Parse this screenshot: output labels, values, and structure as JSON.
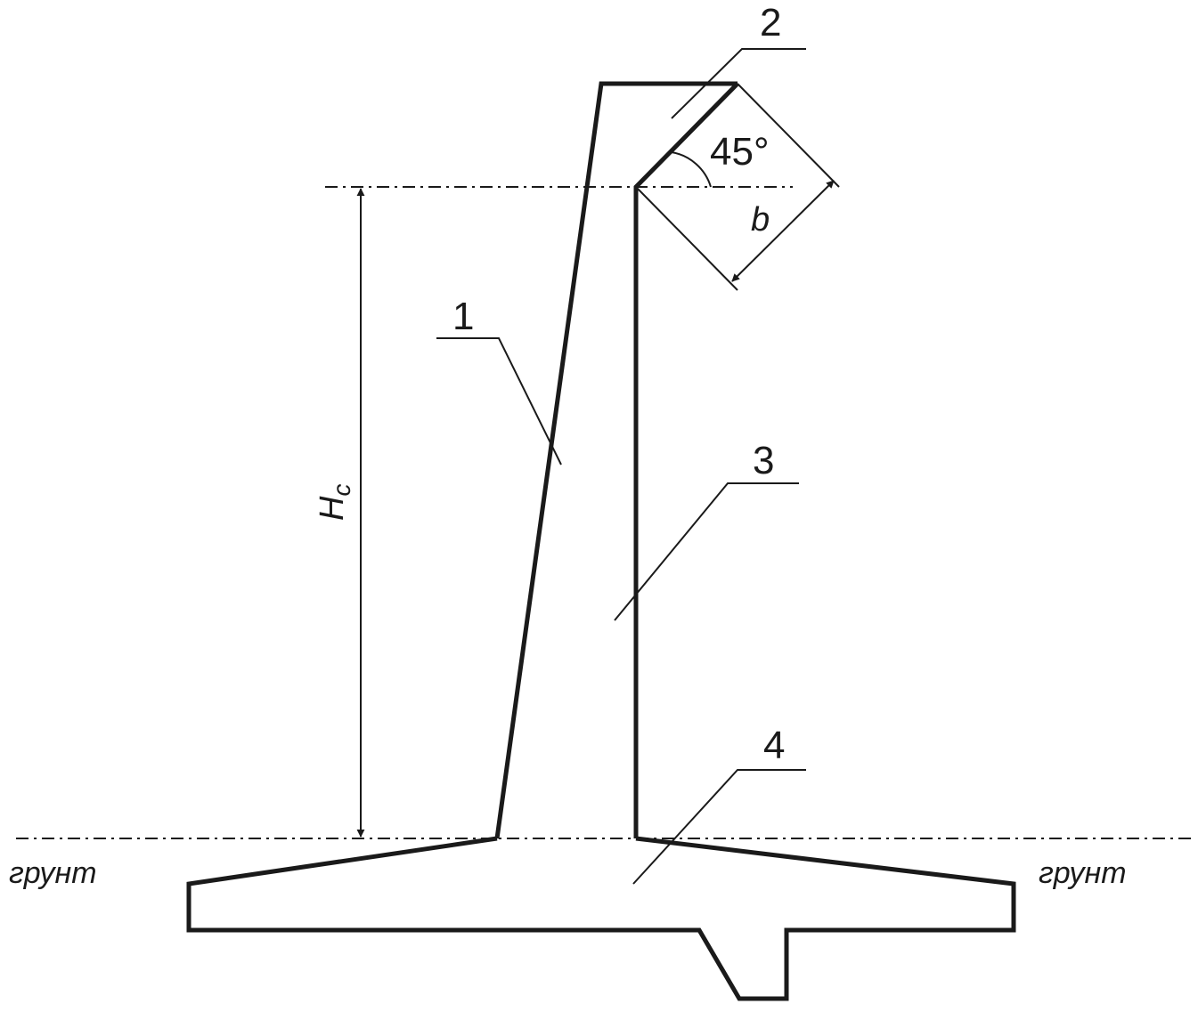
{
  "labels": {
    "item_1": "1",
    "item_2": "2",
    "item_3": "3",
    "item_4": "4",
    "angle": "45°",
    "width_symbol": "b",
    "height_symbol_main": "H",
    "height_symbol_sub": "c",
    "soil_left": "грунт",
    "soil_right": "грунт"
  },
  "values": {
    "angle_degrees": 45
  },
  "colors": {
    "stroke": "#1a1a1a",
    "background": "#ffffff"
  }
}
